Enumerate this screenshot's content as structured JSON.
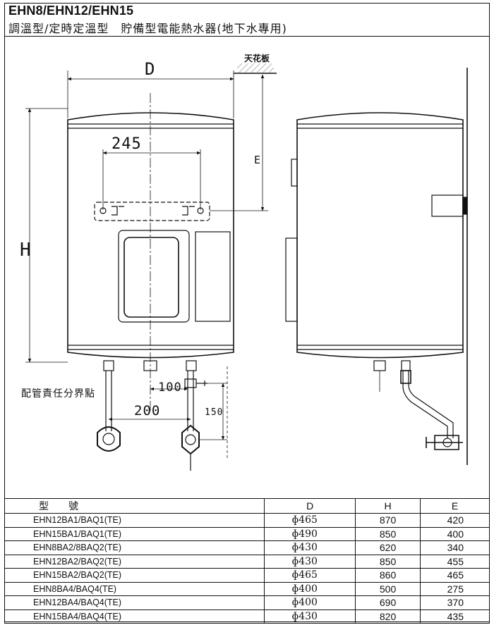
{
  "header": {
    "models": "EHN8/EHN12/EHN15",
    "subtitle": "調溫型/定時定溫型　貯備型電能熱水器(地下水專用)"
  },
  "drawing": {
    "ceiling_label": "天花板",
    "dim_D": "D",
    "dim_H": "H",
    "dim_E": "E",
    "dim_245": "245",
    "dim_100": "100",
    "dim_200": "200",
    "dim_150": "150",
    "pipe_point_label": "配管責任分界點"
  },
  "table": {
    "headers": {
      "model": "型號",
      "d": "D",
      "h": "H",
      "e": "E"
    },
    "rows": [
      {
        "model": "EHN12BA1/BAQ1(TE)",
        "d": "ɸ465",
        "h": "870",
        "e": "420"
      },
      {
        "model": "EHN15BA1/BAQ1(TE)",
        "d": "ɸ490",
        "h": "850",
        "e": "400"
      },
      {
        "model": "EHN8BA2/8BAQ2(TE)",
        "d": "ɸ430",
        "h": "620",
        "e": "340"
      },
      {
        "model": "EHN12BA2/BAQ2(TE)",
        "d": "ɸ430",
        "h": "850",
        "e": "455"
      },
      {
        "model": "EHN15BA2/BAQ2(TE)",
        "d": "ɸ465",
        "h": "860",
        "e": "465"
      },
      {
        "model": "EHN8BA4/BAQ4(TE)",
        "d": "ɸ400",
        "h": "500",
        "e": "275"
      },
      {
        "model": "EHN12BA4/BAQ4(TE)",
        "d": "ɸ400",
        "h": "690",
        "e": "370"
      },
      {
        "model": "EHN15BA4/BAQ4(TE)",
        "d": "ɸ430",
        "h": "820",
        "e": "435"
      }
    ]
  }
}
